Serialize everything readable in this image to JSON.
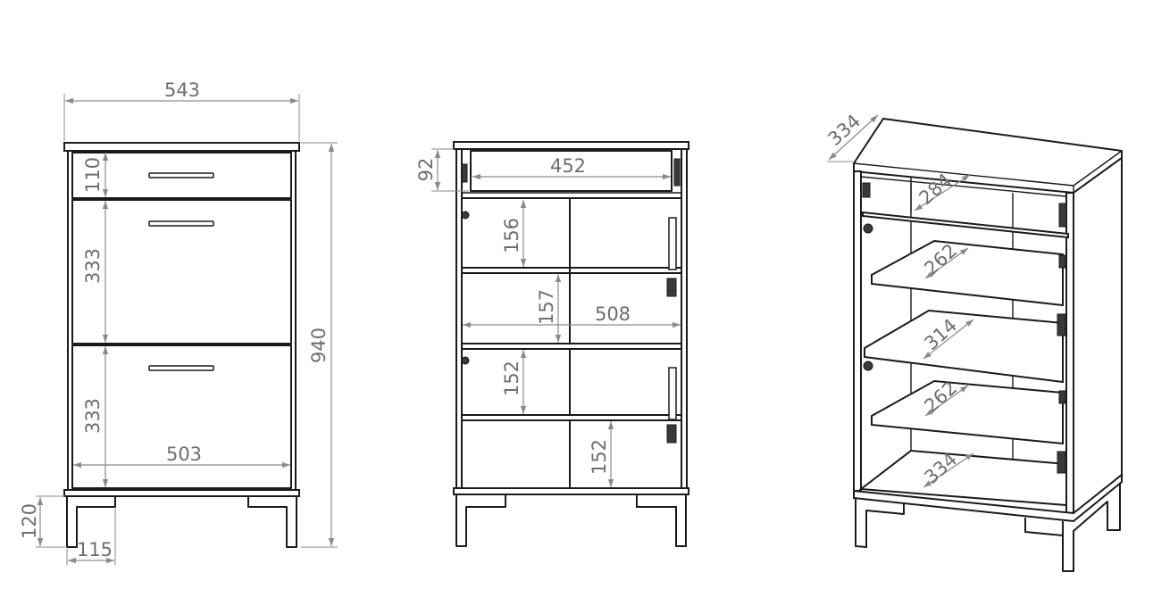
{
  "front_view": {
    "dim_width": "543",
    "dim_height": "940",
    "dim_drawer_small": "110",
    "dim_flap_upper": "333",
    "dim_flap_lower": "333",
    "dim_inner_width": "503",
    "dim_leg_height": "120",
    "dim_leg_width": "115"
  },
  "interior_view": {
    "dim_drawer_height": "92",
    "dim_drawer_width": "452",
    "dim_compartment_1": "156",
    "dim_compartment_2": "157",
    "dim_inner_width": "508",
    "dim_compartment_3": "152",
    "dim_compartment_4": "152"
  },
  "perspective_view": {
    "dim_depth": "334",
    "dim_drawer_depth": "284",
    "dim_shelf_1_depth": "262",
    "dim_shelf_2_depth": "314",
    "dim_shelf_3_depth": "262",
    "dim_bottom_depth": "334"
  }
}
